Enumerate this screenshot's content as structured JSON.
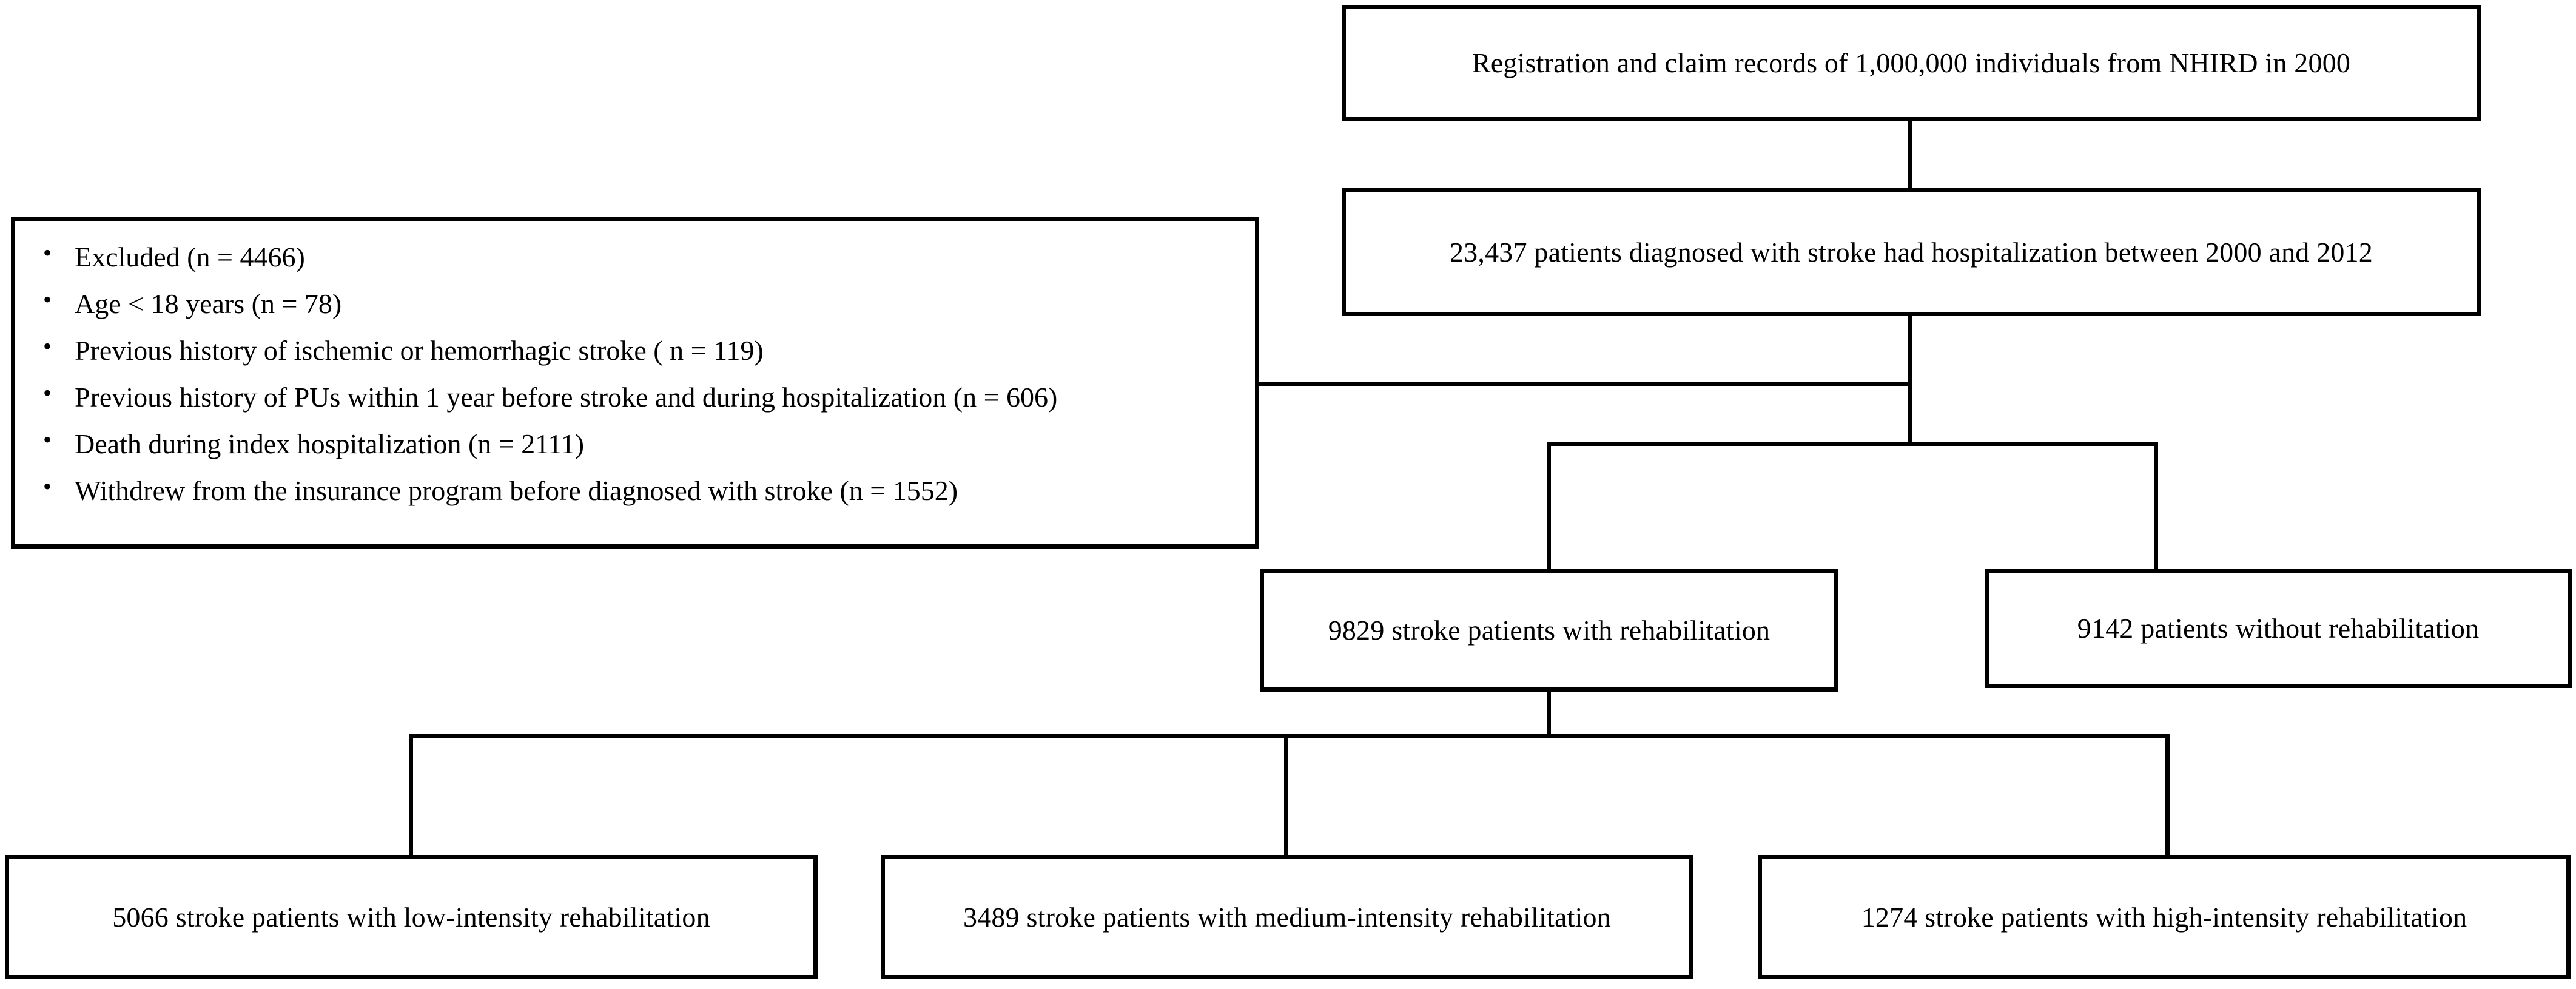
{
  "figure": {
    "type": "flowchart",
    "orientation": "top-down",
    "line_color": "#000000",
    "box_border_color": "#000000",
    "background_color": "#ffffff",
    "text_color": "#000000"
  },
  "nodes": {
    "source_records": {
      "label": "Registration and claim records of 1,000,000 individuals from NHIRD in 2000",
      "count": "1,000,000"
    },
    "stroke_cohort": {
      "label": "23,437 patients diagnosed with stroke had hospitalization between 2000 and 2012",
      "count": "23,437"
    },
    "exclusions": {
      "items": [
        "Excluded (n = 4466)",
        "Age < 18 years (n = 78)",
        "Previous history of ischemic or hemorrhagic stroke ( n = 119)",
        "Previous history of PUs within 1 year before stroke and during hospitalization (n = 606)",
        "Death during index hospitalization (n = 2111)",
        "Withdrew from the insurance program before diagnosed with stroke (n = 1552)"
      ]
    },
    "with_rehab": {
      "label": "9829 stroke patients with rehabilitation",
      "count": "9829"
    },
    "without_rehab": {
      "label": "9142 patients without rehabilitation",
      "count": "9142"
    },
    "low_intensity": {
      "label": "5066 stroke patients with low-intensity rehabilitation",
      "count": "5066"
    },
    "medium_intensity": {
      "label": "3489 stroke patients with medium-intensity rehabilitation",
      "count": "3489"
    },
    "high_intensity": {
      "label": "1274 stroke patients with high-intensity rehabilitation",
      "count": "1274"
    }
  }
}
